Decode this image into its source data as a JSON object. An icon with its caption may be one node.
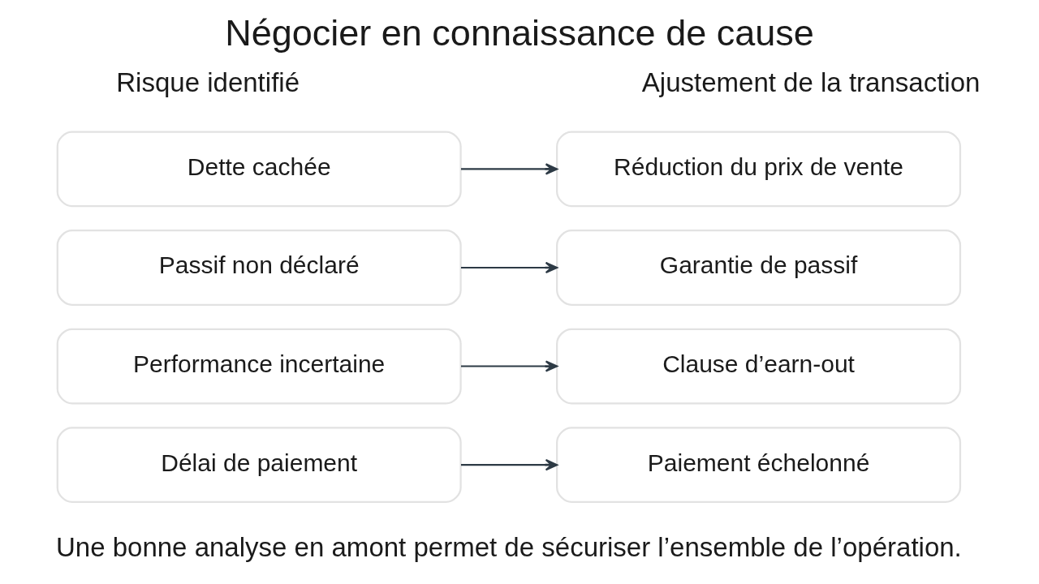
{
  "diagram": {
    "title": "Négocier en connaissance de cause",
    "caption": "Une bonne analyse en amont permet de sécuriser l’ensemble de l’opération.",
    "nodes": [
      {
        "text": [
          "Dette cachée"
        ]
      },
      {
        "text": [
          "Réduction du prix de vente"
        ]
      },
      {
        "text": [
          "Passif non déclaré"
        ]
      },
      {
        "text": [
          "Garantie de passif"
        ]
      },
      {
        "text": [
          "Performance incertaine"
        ]
      },
      {
        "text": [
          "Clause d’earn-out"
        ]
      },
      {
        "text": [
          "Délai de paiement"
        ]
      },
      {
        "text": [
          "Paiement échelonné"
        ]
      }
    ],
    "edges": [
      {
        "from": 0,
        "to": 1,
        "arrow": "to"
      },
      {
        "from": 2,
        "to": 3,
        "arrow": "to"
      },
      {
        "from": 4,
        "to": 5,
        "arrow": "to"
      },
      {
        "from": 6,
        "to": 7,
        "arrow": "to"
      }
    ],
    "labels": [
      "Risque identifié",
      "Ajustement de la transaction"
    ]
  }
}
